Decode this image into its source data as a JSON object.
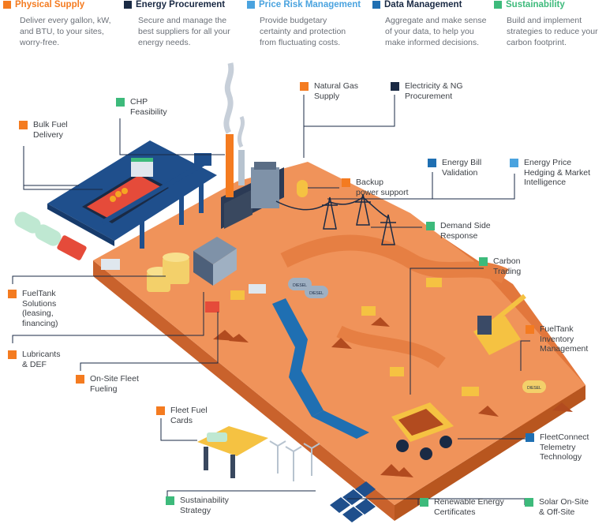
{
  "colors": {
    "orange": "#f47b20",
    "navy": "#1a2a44",
    "sky": "#4aa3df",
    "blue": "#1f6fb2",
    "green": "#3dba7b",
    "terrain": "#f0935a",
    "terrain_dark": "#d9723a",
    "terrain_side": "#e88547"
  },
  "header": [
    {
      "title": "Physical Supply",
      "title_color": "#f47b20",
      "square": "#f47b20",
      "desc": "Deliver every gallon, kW,\nand BTU, to your sites,\nworry-free."
    },
    {
      "title": "Energy Procurement",
      "title_color": "#1a2a44",
      "square": "#1a2a44",
      "desc": "Secure and manage the\nbest suppliers for all your\nenergy needs."
    },
    {
      "title": "Price Risk Management",
      "title_color": "#4aa3df",
      "square": "#4aa3df",
      "desc": "Provide budgetary\ncertainty and protection\nfrom fluctuating costs."
    },
    {
      "title": "Data Management",
      "title_color": "#1a2a44",
      "square": "#1f6fb2",
      "desc": "Aggregate and make sense\nof your data, to help you\nmake informed decisions."
    },
    {
      "title": "Sustainability",
      "title_color": "#3dba7b",
      "square": "#3dba7b",
      "desc": "Build and implement\nstrategies to reduce your\ncarbon footprint."
    }
  ],
  "labels": [
    {
      "id": "natural-gas-supply",
      "text": "Natural Gas\nSupply",
      "color": "#f47b20"
    },
    {
      "id": "electricity-ng-procurement",
      "text": "Electricity & NG\nProcurement",
      "color": "#1a2a44"
    },
    {
      "id": "chp-feasibility",
      "text": "CHP\nFeasibility",
      "color": "#3dba7b"
    },
    {
      "id": "bulk-fuel-delivery",
      "text": "Bulk Fuel\nDelivery",
      "color": "#f47b20"
    },
    {
      "id": "energy-bill-validation",
      "text": "Energy Bill\nValidation",
      "color": "#1f6fb2"
    },
    {
      "id": "energy-price-hedging",
      "text": "Energy Price\nHedging & Market\nIntelligence",
      "color": "#4aa3df"
    },
    {
      "id": "backup-power-support",
      "text": "Backup\npower support",
      "color": "#f47b20"
    },
    {
      "id": "demand-side-response",
      "text": "Demand Side\nResponse",
      "color": "#3dba7b"
    },
    {
      "id": "carbon-trading",
      "text": "Carbon\nTrading",
      "color": "#3dba7b"
    },
    {
      "id": "fueltank-solutions",
      "text": "FuelTank\nSolutions\n(leasing,\nfinancing)",
      "color": "#f47b20"
    },
    {
      "id": "fueltank-inventory",
      "text": "FuelTank\nInventory\nManagement",
      "color": "#f47b20"
    },
    {
      "id": "lubricants-def",
      "text": "Lubricants\n& DEF",
      "color": "#f47b20"
    },
    {
      "id": "onsite-fleet-fueling",
      "text": "On-Site Fleet\nFueling",
      "color": "#f47b20"
    },
    {
      "id": "fleet-fuel-cards",
      "text": "Fleet Fuel\nCards",
      "color": "#f47b20"
    },
    {
      "id": "fleetconnect-telemetry",
      "text": "FleetConnect\nTelemetry\nTechnology",
      "color": "#1f6fb2"
    },
    {
      "id": "sustainability-strategy",
      "text": "Sustainability\nStrategy",
      "color": "#3dba7b"
    },
    {
      "id": "renewable-energy-certificates",
      "text": "Renewable Energy\nCertificates",
      "color": "#3dba7b"
    },
    {
      "id": "solar-onsite-offsite",
      "text": "Solar On-Site\n& Off-Site",
      "color": "#3dba7b"
    }
  ],
  "scene_text": {
    "tank_diesel_1": "DIESEL",
    "tank_diesel_2": "DIESEL",
    "tank_diesel_3": "DIESEL"
  }
}
